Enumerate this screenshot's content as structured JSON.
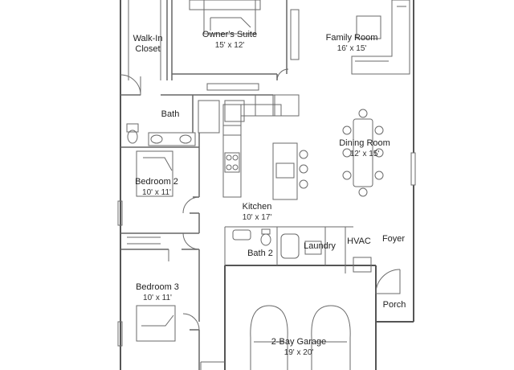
{
  "rooms": {
    "walk_in_closet": {
      "name_line1": "Walk-In",
      "name_line2": "Closet"
    },
    "owners_suite": {
      "name": "Owner's Suite",
      "size": "15' x 12'"
    },
    "family_room": {
      "name": "Family Room",
      "size": "16' x 15'"
    },
    "bath": {
      "name": "Bath"
    },
    "dining_room": {
      "name": "Dining Room",
      "size": "12' x 15'"
    },
    "bedroom_2": {
      "name": "Bedroom 2",
      "size": "10' x 11'"
    },
    "kitchen": {
      "name": "Kitchen",
      "size": "10' x 17'"
    },
    "bath_2": {
      "name": "Bath 2"
    },
    "laundry": {
      "name": "Laundry"
    },
    "hvac": {
      "name": "HVAC"
    },
    "foyer": {
      "name": "Foyer"
    },
    "bedroom_3": {
      "name": "Bedroom 3",
      "size": "10' x 11'"
    },
    "porch": {
      "name": "Porch"
    },
    "garage": {
      "name": "2-Bay Garage",
      "size": "19' x 20'"
    }
  },
  "colors": {
    "wall": "#555555",
    "line": "#6a6a6a",
    "background": "#ffffff"
  }
}
